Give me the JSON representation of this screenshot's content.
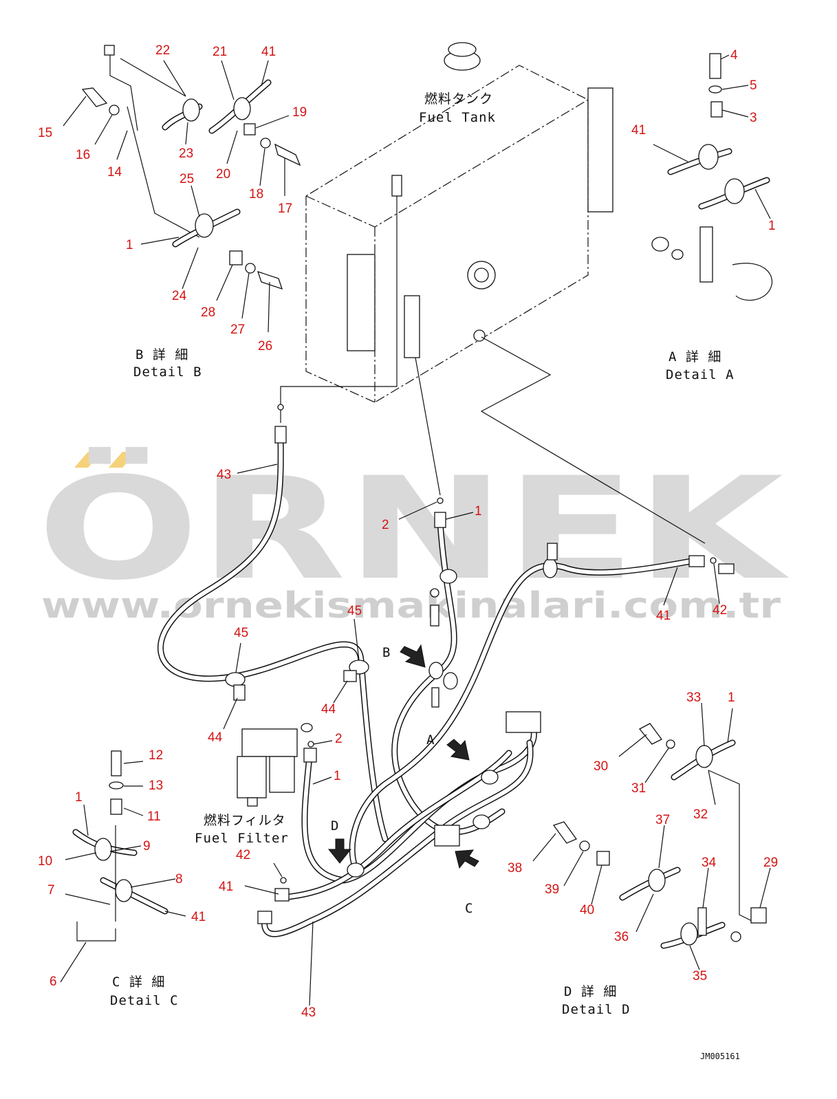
{
  "watermark": {
    "brand": "ÖRNEK",
    "url": "www.ornekismakinalari.com.tr",
    "accent_color": "#f5d27a",
    "text_color": "#d9d9d9"
  },
  "labels": {
    "fuel_tank_jp": "燃料タンク",
    "fuel_tank_en": "Fuel Tank",
    "fuel_filter_jp": "燃料フィルタ",
    "fuel_filter_en": "Fuel Filter",
    "detail_a_jp": "A 詳 細",
    "detail_a_en": "Detail A",
    "detail_b_jp": "B 詳 細",
    "detail_b_en": "Detail B",
    "detail_c_jp": "C 詳 細",
    "detail_c_en": "Detail C",
    "detail_d_jp": "D 詳 細",
    "detail_d_en": "Detail D",
    "arrow_a": "A",
    "arrow_b": "B",
    "arrow_c": "C",
    "arrow_d": "D",
    "drawing_code": "JM005161"
  },
  "part_numbers": [
    {
      "id": "p22",
      "text": "22"
    },
    {
      "id": "p21",
      "text": "21"
    },
    {
      "id": "p41a",
      "text": "41"
    },
    {
      "id": "p19",
      "text": "19"
    },
    {
      "id": "p15",
      "text": "15"
    },
    {
      "id": "p16",
      "text": "16"
    },
    {
      "id": "p14",
      "text": "14"
    },
    {
      "id": "p23",
      "text": "23"
    },
    {
      "id": "p20",
      "text": "20"
    },
    {
      "id": "p18",
      "text": "18"
    },
    {
      "id": "p17",
      "text": "17"
    },
    {
      "id": "p25",
      "text": "25"
    },
    {
      "id": "p1a",
      "text": "1"
    },
    {
      "id": "p24",
      "text": "24"
    },
    {
      "id": "p28",
      "text": "28"
    },
    {
      "id": "p27",
      "text": "27"
    },
    {
      "id": "p26",
      "text": "26"
    },
    {
      "id": "p4",
      "text": "4"
    },
    {
      "id": "p5",
      "text": "5"
    },
    {
      "id": "p3",
      "text": "3"
    },
    {
      "id": "p41b",
      "text": "41"
    },
    {
      "id": "p1b",
      "text": "1"
    },
    {
      "id": "p43a",
      "text": "43"
    },
    {
      "id": "p2a",
      "text": "2"
    },
    {
      "id": "p1c",
      "text": "1"
    },
    {
      "id": "p41c",
      "text": "41"
    },
    {
      "id": "p42a",
      "text": "42"
    },
    {
      "id": "p45a",
      "text": "45"
    },
    {
      "id": "p45b",
      "text": "45"
    },
    {
      "id": "p44a",
      "text": "44"
    },
    {
      "id": "p44b",
      "text": "44"
    },
    {
      "id": "p2b",
      "text": "2"
    },
    {
      "id": "p1d",
      "text": "1"
    },
    {
      "id": "p12",
      "text": "12"
    },
    {
      "id": "p13",
      "text": "13"
    },
    {
      "id": "p11",
      "text": "11"
    },
    {
      "id": "p1e",
      "text": "1"
    },
    {
      "id": "p9",
      "text": "9"
    },
    {
      "id": "p10",
      "text": "10"
    },
    {
      "id": "p8",
      "text": "8"
    },
    {
      "id": "p7",
      "text": "7"
    },
    {
      "id": "p41d",
      "text": "41"
    },
    {
      "id": "p6",
      "text": "6"
    },
    {
      "id": "p42b",
      "text": "42"
    },
    {
      "id": "p41e",
      "text": "41"
    },
    {
      "id": "p43b",
      "text": "43"
    },
    {
      "id": "p33",
      "text": "33"
    },
    {
      "id": "p1f",
      "text": "1"
    },
    {
      "id": "p30",
      "text": "30"
    },
    {
      "id": "p31",
      "text": "31"
    },
    {
      "id": "p32",
      "text": "32"
    },
    {
      "id": "p37",
      "text": "37"
    },
    {
      "id": "p34",
      "text": "34"
    },
    {
      "id": "p29",
      "text": "29"
    },
    {
      "id": "p38",
      "text": "38"
    },
    {
      "id": "p39",
      "text": "39"
    },
    {
      "id": "p40",
      "text": "40"
    },
    {
      "id": "p36",
      "text": "36"
    },
    {
      "id": "p35",
      "text": "35"
    }
  ]
}
